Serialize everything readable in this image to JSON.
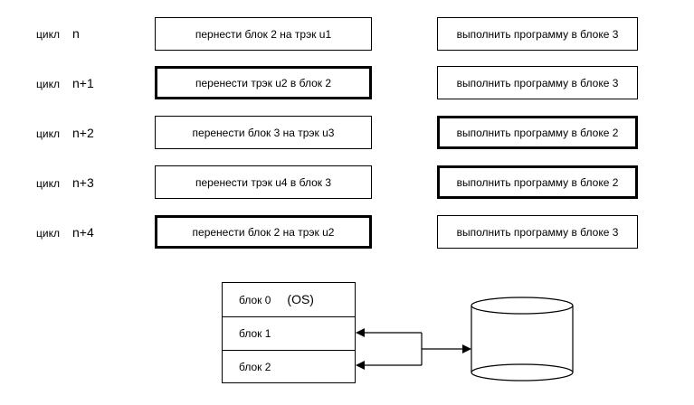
{
  "rows": [
    {
      "cycle_word": "цикл",
      "cycle_num": "n",
      "left_task": "пернести блок 2 на трэк u1",
      "left_bold": false,
      "right_task": "выполнить программу в блоке 3",
      "right_bold": false
    },
    {
      "cycle_word": "цикл",
      "cycle_num": "n+1",
      "left_task": "перенести трэк u2 в блок 2",
      "left_bold": true,
      "right_task": "выполнить программу в блоке 3",
      "right_bold": false
    },
    {
      "cycle_word": "цикл",
      "cycle_num": "n+2",
      "left_task": "перенести блок 3 на трэк u3",
      "left_bold": false,
      "right_task": "выполнить программу в блоке  2",
      "right_bold": true
    },
    {
      "cycle_word": "цикл",
      "cycle_num": "n+3",
      "left_task": "перенести трэк u4 в блок 3",
      "left_bold": false,
      "right_task": "выполнить программу в блоке  2",
      "right_bold": true
    },
    {
      "cycle_word": "цикл",
      "cycle_num": "n+4",
      "left_task": "перенести блок 2 на трэк u2",
      "left_bold": true,
      "right_task": "выполнить программу в блоке 3",
      "right_bold": false
    }
  ],
  "memory": {
    "block0_label": "блок 0",
    "block0_os": "(OS)",
    "block1_label": "блок 1",
    "block2_label": "блок 2"
  },
  "icons": {
    "storage": "disk-cylinder-icon",
    "connector": "double-arrow-connector"
  }
}
